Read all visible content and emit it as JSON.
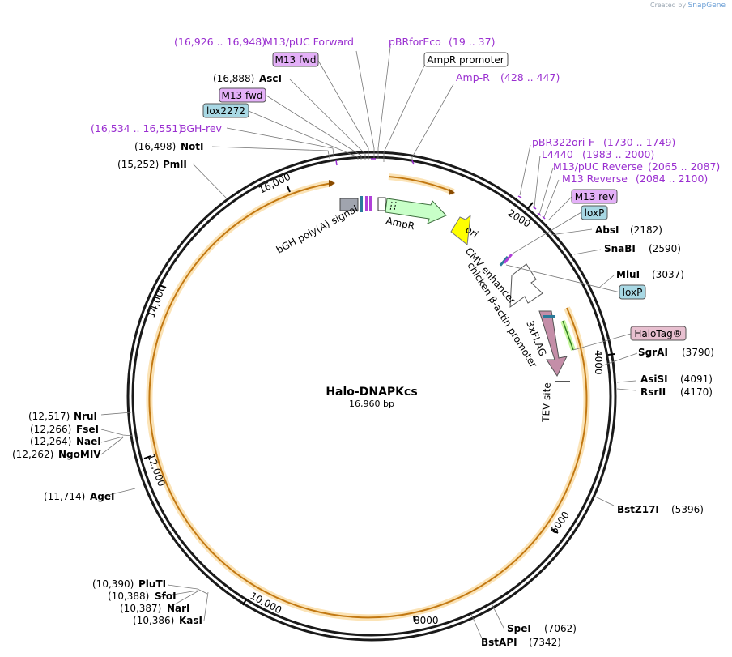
{
  "watermark": {
    "created": "Created by",
    "brand": "SnapGene"
  },
  "plasmid": {
    "name": "Halo-DNAPKcs",
    "length_label": "16,960 bp",
    "length": 16960
  },
  "colors": {
    "primer": "#9a2fd0",
    "orange": "#e07e10",
    "ampr": "#c8ffc8",
    "ori": "#ffff00",
    "halotag": "#c48ea8",
    "lox": "#a8d8e4",
    "m13": "#e4b0f8"
  },
  "ticks": [
    "2000",
    "4000",
    "6000",
    "8000",
    "10,000",
    "12,000",
    "14,000",
    "16,000"
  ],
  "sites": {
    "pmli": {
      "name": "PmlI",
      "pos": "(15,252)"
    },
    "noti": {
      "name": "NotI",
      "pos": "(16,498)"
    },
    "asci": {
      "name": "AscI",
      "pos": "(16,888)"
    },
    "absi": {
      "name": "AbsI",
      "pos": "(2182)"
    },
    "snabi": {
      "name": "SnaBI",
      "pos": "(2590)"
    },
    "mlui": {
      "name": "MluI",
      "pos": "(3037)"
    },
    "sgrai": {
      "name": "SgrAI",
      "pos": "(3790)"
    },
    "asisi": {
      "name": "AsiSI",
      "pos": "(4091)"
    },
    "rsrii": {
      "name": "RsrII",
      "pos": "(4170)"
    },
    "bstz17i": {
      "name": "BstZ17I",
      "pos": "(5396)"
    },
    "spei": {
      "name": "SpeI",
      "pos": "(7062)"
    },
    "bstapi": {
      "name": "BstAPI",
      "pos": "(7342)"
    },
    "nrui": {
      "name": "NruI",
      "pos": "(12,517)"
    },
    "fsei": {
      "name": "FseI",
      "pos": "(12,266)"
    },
    "naei": {
      "name": "NaeI",
      "pos": "(12,264)"
    },
    "ngomiv": {
      "name": "NgoMIV",
      "pos": "(12,262)"
    },
    "agei": {
      "name": "AgeI",
      "pos": "(11,714)"
    },
    "pluti": {
      "name": "PluTI",
      "pos": "(10,390)"
    },
    "sfoi": {
      "name": "SfoI",
      "pos": "(10,388)"
    },
    "nari": {
      "name": "NarI",
      "pos": "(10,387)"
    },
    "kasi": {
      "name": "KasI",
      "pos": "(10,386)"
    }
  },
  "primers": {
    "m13puc_fwd": {
      "name": "M13/pUC Forward",
      "pos": "(16,926 .. 16,948)"
    },
    "pbrforeco": {
      "name": "pBRforEco",
      "pos": "(19 .. 37)"
    },
    "ampr": {
      "name": "Amp-R",
      "pos": "(428 .. 447)"
    },
    "bgh_rev": {
      "name": "BGH-rev",
      "pos": "(16,534 .. 16,551)"
    },
    "pbr322ori": {
      "name": "pBR322ori-F",
      "pos": "(1730 .. 1749)"
    },
    "l4440": {
      "name": "L4440",
      "pos": "(1983 .. 2000)"
    },
    "m13puc_rev": {
      "name": "M13/pUC Reverse",
      "pos": "(2065 .. 2087)"
    },
    "m13_reverse": {
      "name": "M13 Reverse",
      "pos": "(2084 .. 2100)"
    }
  },
  "boxed": {
    "m13fwd_1": "M13 fwd",
    "m13fwd_2": "M13 fwd",
    "lox2272": "lox2272",
    "ampr_promoter": "AmpR promoter",
    "m13rev": "M13 rev",
    "loxp_1": "loxP",
    "loxp_2": "loxP",
    "halotag": "HaloTag®"
  },
  "features": {
    "bgh": "bGH poly(A) signal",
    "ampr": "AmpR",
    "ori": "ori",
    "cmv": "CMV enhancer",
    "cba": "chicken β-actin promoter",
    "flag": "3xFLAG",
    "tev": "TEV site"
  }
}
